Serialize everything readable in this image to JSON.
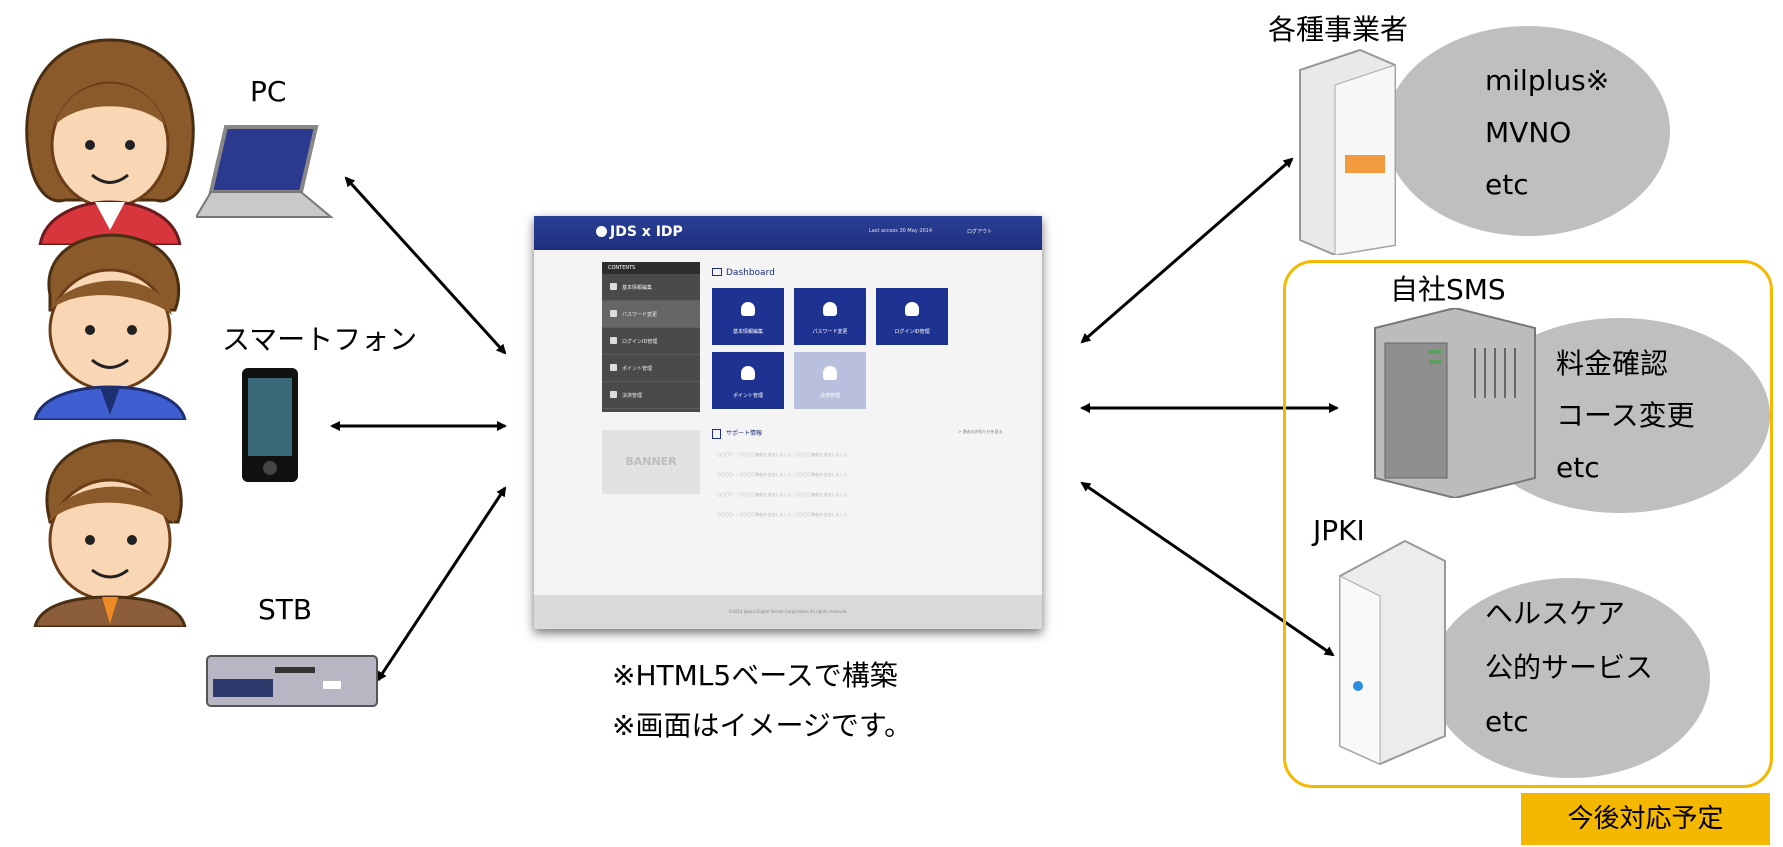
{
  "devices": {
    "pc": "PC",
    "smartphone": "スマートフォン",
    "stb": "STB"
  },
  "screenshot": {
    "brand": "JDS x IDP",
    "last_access": "Last access 30 May 2014",
    "logout": "ログアウト",
    "sidebar_head": "CONTENTS",
    "sidebar_items": [
      "基本情報編集",
      "パスワード変更",
      "ログインID管理",
      "ポイント管理",
      "決済管理"
    ],
    "banner": "BANNER",
    "dashboard_title": "Dashboard",
    "tiles": [
      "基本情報編集",
      "パスワード変更",
      "ログインID管理",
      "ポイント管理",
      "決済管理"
    ],
    "support_title": "サポート情報",
    "support_link": "> 過去のお知らせを見る",
    "support_lines": [
      "〇〇〇〇 ｜ 〇〇〇〇機能を追加しました。〇〇〇〇機能を追加しました。",
      "〇〇〇〇 ｜ 〇〇〇〇機能を追加しました。〇〇〇〇機能を追加しました。",
      "〇〇〇〇 ｜ 〇〇〇〇機能を追加しました。〇〇〇〇機能を追加しました。",
      "〇〇〇〇 ｜ 〇〇〇〇機能を追加しました。〇〇〇〇機能を追加しました。"
    ],
    "footer": "©2014 Japan Digital Server Corporation All rights reserved."
  },
  "notes": [
    "※HTML5ベースで構築",
    "※画面はイメージです。"
  ],
  "servers": {
    "operators": {
      "title": "各種事業者",
      "items": [
        "milplus※",
        "MVNO",
        "etc"
      ]
    },
    "sms": {
      "title": "自社SMS",
      "items": [
        "料金確認",
        "コース変更",
        "etc"
      ]
    },
    "jpki": {
      "title": "JPKI",
      "items": [
        "ヘルスケア",
        "公的サービス",
        "etc"
      ]
    }
  },
  "future_badge": "今後対応予定",
  "colors": {
    "accent_yellow": "#f5b800",
    "cloud_gray": "#bfbfbf",
    "screen_navy": "#1e3291"
  }
}
